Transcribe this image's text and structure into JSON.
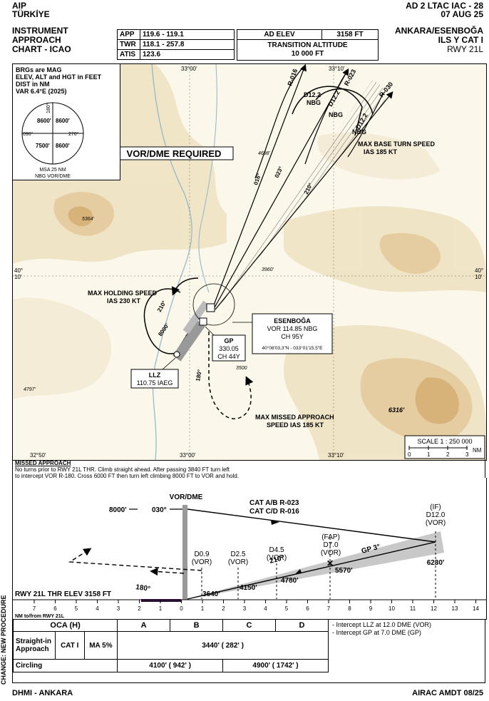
{
  "header": {
    "aip": "AIP",
    "country": "TÜRKİYE",
    "chart_ref": "AD 2 LTAC IAC - 28",
    "date": "07 AUG 25",
    "chart_title_line1": "INSTRUMENT",
    "chart_title_line2": "APPROACH",
    "chart_title_line3": "CHART - ICAO",
    "aerodrome": "ANKARA/ESENBOĞA",
    "procedure": "ILS Y CAT I",
    "runway": "RWY 21L",
    "comms": [
      {
        "label": "APP",
        "value": "119.6 - 119.1"
      },
      {
        "label": "TWR",
        "value": "118.1 - 257.8"
      },
      {
        "label": "ATIS",
        "value": "123.6"
      }
    ],
    "ad_elev_label": "AD ELEV",
    "ad_elev_value": "3158 FT",
    "transition_alt_label": "TRANSITION ALTITUDE",
    "transition_alt_value": "10 000 FT"
  },
  "plan": {
    "notes": [
      "BRGs are MAG",
      "ELEV, ALT and HGT in FEET",
      "DIST in NM",
      "VAR 6.4°E (2025)"
    ],
    "msa": {
      "north": "180°",
      "nw": "8600'",
      "ne": "8600'",
      "sw": "7500'",
      "se": "8600'",
      "west": "090°",
      "east": "270°",
      "caption1": "MSA 25 NM",
      "caption2": "NBG VOR/DME"
    },
    "vor_dme_required": "VOR/DME REQUIRED",
    "lat_top_left": "33°00'",
    "lat_top_right": "33°10'",
    "lon_left": "40°",
    "lon_left_sub": "10'",
    "lon_right": "40°",
    "lon_right_sub": "10'",
    "bottom_left": "32°50'",
    "bottom_mid": "33°00'",
    "bottom_right": "33°10'",
    "radials": [
      "R-016",
      "R-023",
      "R-030"
    ],
    "dme_labels": [
      "D12.2",
      "NBG",
      "D12.2",
      "NBG",
      "D12.2",
      "NBG"
    ],
    "tracks": [
      "016°",
      "023°",
      "210°"
    ],
    "elevations": [
      "4698'",
      "5364'",
      "3960'",
      "4797'",
      "3500",
      "6316'"
    ],
    "max_base_turn": [
      "MAX BASE TURN SPEED",
      "IAS 185 KT"
    ],
    "max_holding": [
      "MAX HOLDING SPEED",
      "IAS 230 KT"
    ],
    "holding_track": "210°",
    "holding_alt": "8000'",
    "inbound": "030°",
    "vor_box": [
      "ESENBOĞA",
      "VOR 114.85 NBG",
      "CH 95Y",
      "40°08'03,3\"N - 033°01'15,5\"E"
    ],
    "gp_box": [
      "GP",
      "330.05",
      "CH 44Y"
    ],
    "llz_box": [
      "LLZ",
      "110.75 IAEG"
    ],
    "missed_track": "180°",
    "max_missed": [
      "MAX MISSED APPROACH",
      "SPEED IAS 185 KT"
    ],
    "scale": "SCALE 1 : 250 000",
    "scale_ticks": [
      "0",
      "1",
      "2",
      "3",
      "NM"
    ]
  },
  "missed_approach": {
    "title": "MISSED APPROACH",
    "text1": "No turns prior to RWY 21L THR. Climb straight ahead. After passing 3840 FT turn left",
    "text2": "to intercept VOR R-180. Cross 6000 FT then turn left climbing 8000 FT to VOR and hold."
  },
  "profile": {
    "vor_dme": "VOR/DME",
    "alt_8000": "8000'",
    "track_030": "030°",
    "cat_ab": "CAT A/B R-023",
    "cat_cd": "CAT C/D R-016",
    "if_label": "(IF)",
    "if_dist": "D12.0",
    "if_vor": "(VOR)",
    "if_alt": "6230'",
    "fap_label": "(FAP)",
    "fap_dist": "D7.0",
    "fap_vor": "(VOR)",
    "fap_alt": "5570'",
    "gp": "GP 3°",
    "track_210": "210°",
    "d45": "D4.5",
    "d45_vor": "(VOR)",
    "alt_4780": "4780'",
    "d25": "D2.5",
    "d25_vor": "(VOR)",
    "alt_4150": "4150'",
    "d09": "D0.9",
    "d09_vor": "(VOR)",
    "alt_3640": "3640'",
    "missed_180": "180°",
    "thr_elev": "RWY 21L THR ELEV 3158 FT",
    "nm_label": "NM to/from RWY 21L",
    "axis_ticks": [
      "7",
      "6",
      "5",
      "4",
      "3",
      "2",
      "1",
      "0",
      "1",
      "2",
      "3",
      "4",
      "5",
      "6",
      "7",
      "8",
      "9",
      "10",
      "11",
      "12",
      "13",
      "14"
    ]
  },
  "minima": {
    "oca_header": "OCA (H)",
    "cats": [
      "A",
      "B",
      "C",
      "D"
    ],
    "row1_label1": "Straight-in",
    "row1_label2": "Approach",
    "row1_cat": "CAT I",
    "row1_ma": "MA 5%",
    "row1_value": "3440' ( 282' )",
    "row2_label": "Circling",
    "row2_ab": "4100' ( 942' )",
    "row2_cd": "4900' ( 1742' )",
    "notes": [
      "- Intercept LLZ at 12.0 DME (VOR)",
      "- Intercept GP at 7.0 DME (GP)"
    ]
  },
  "footer": {
    "left": "DHMI - ANKARA",
    "right": "AIRAC AMDT 08/25",
    "change": "CHANGE: NEW PROCEDURE"
  }
}
